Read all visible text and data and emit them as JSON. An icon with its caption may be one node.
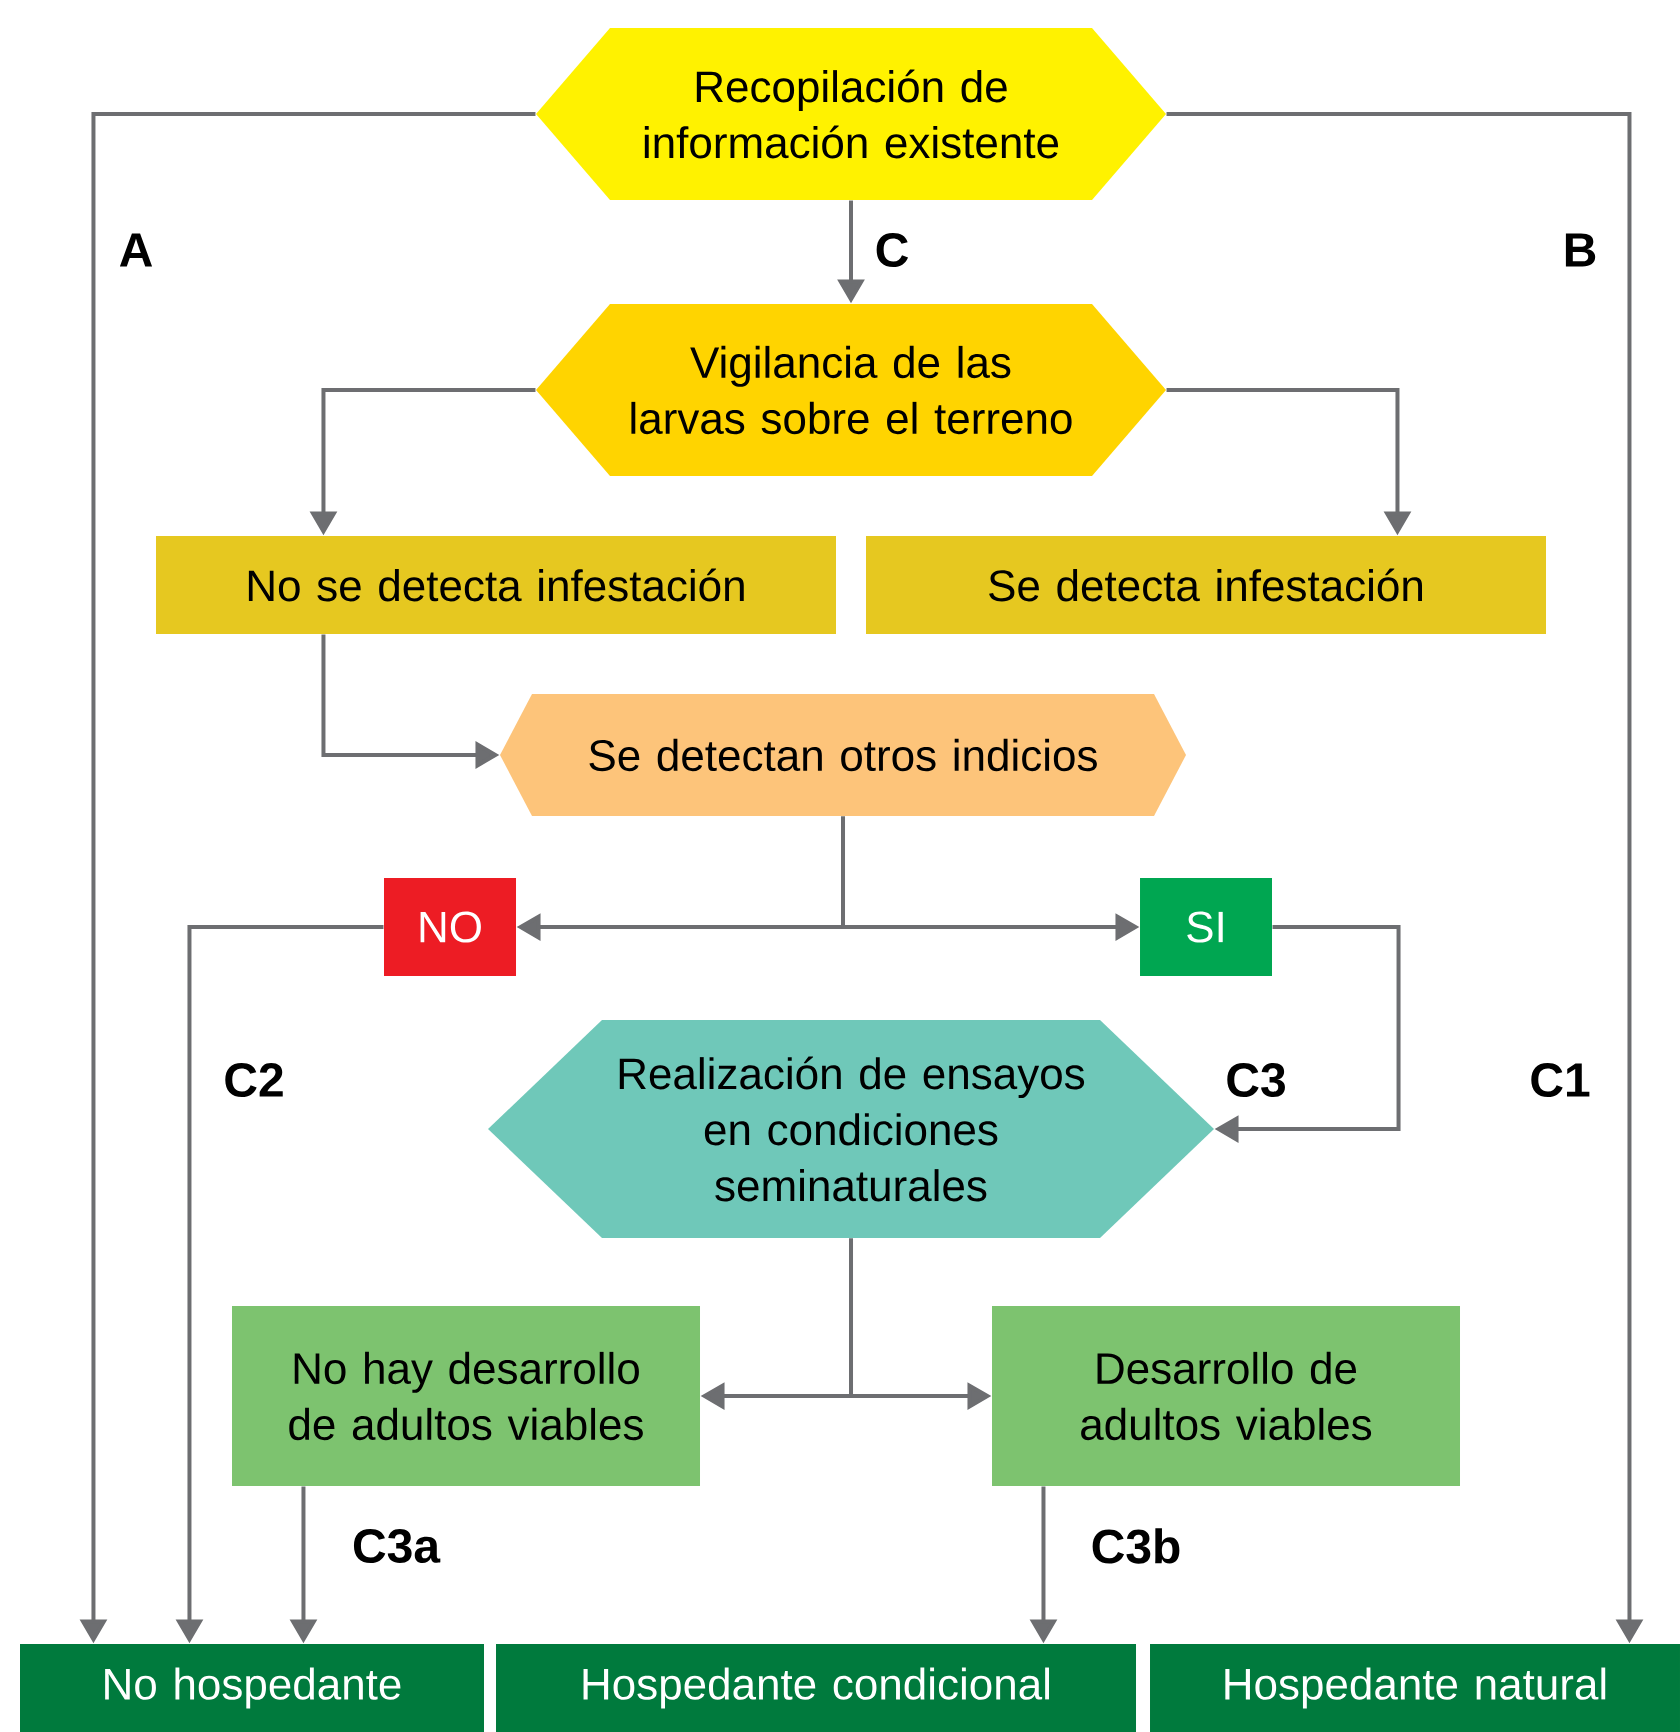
{
  "diagram": {
    "nodes": [
      {
        "text": [
          "Recopilación de información existente"
        ]
      },
      {
        "text": [
          "Vigilancia de las larvas sobre el terreno"
        ]
      },
      {
        "text": [
          "No se detecta infestación"
        ]
      },
      {
        "text": [
          "Se detecta infestación"
        ]
      },
      {
        "text": [
          "Se detectan otros indicios"
        ]
      },
      {
        "text": [
          "NO"
        ]
      },
      {
        "text": [
          "SI"
        ]
      },
      {
        "text": [
          "Realización de ensayos en condiciones seminaturales"
        ]
      },
      {
        "text": [
          "No hay desarrollo de adultos viables"
        ]
      },
      {
        "text": [
          "Desarrollo de adultos viables"
        ]
      },
      {
        "text": [
          "No hospedante"
        ]
      },
      {
        "text": [
          "Hospedante condicional"
        ]
      },
      {
        "text": [
          "Hospedante natural"
        ]
      }
    ],
    "edges": [
      {
        "from": 0,
        "to": 10,
        "arrow": "to",
        "label": "A"
      },
      {
        "from": 0,
        "to": 12,
        "arrow": "to",
        "label": "B"
      },
      {
        "from": 0,
        "to": 1,
        "arrow": "to",
        "label": "C"
      },
      {
        "from": 1,
        "to": 2,
        "arrow": "to"
      },
      {
        "from": 1,
        "to": 3,
        "arrow": "to"
      },
      {
        "from": 2,
        "to": 4,
        "arrow": "to"
      },
      {
        "from": 4,
        "to": 5,
        "arrow": "to"
      },
      {
        "from": 4,
        "to": 6,
        "arrow": "to"
      },
      {
        "from": 5,
        "to": 10,
        "arrow": "to",
        "label": "C2"
      },
      {
        "from": 6,
        "to": 7,
        "arrow": "to",
        "label": "C3"
      },
      {
        "from": 7,
        "to": 8,
        "arrow": "to"
      },
      {
        "from": 7,
        "to": 9,
        "arrow": "to"
      },
      {
        "from": 8,
        "to": 10,
        "arrow": "to",
        "label": "C3a"
      },
      {
        "from": 9,
        "to": 11,
        "arrow": "to",
        "label": "C3b"
      }
    ],
    "labels": [
      "C1"
    ]
  }
}
